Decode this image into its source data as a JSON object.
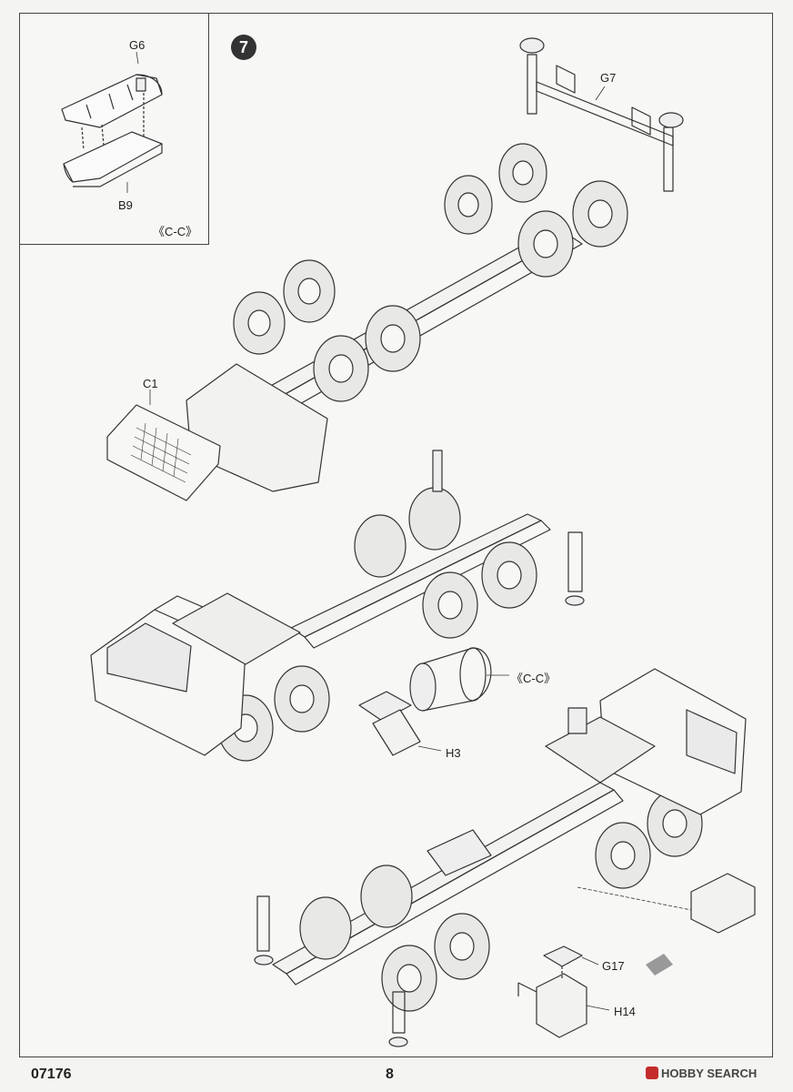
{
  "page": {
    "product_code": "07176",
    "page_number": "8",
    "watermark": "HOBBY SEARCH"
  },
  "step": {
    "number": "7"
  },
  "inset": {
    "part_top": "G6",
    "part_bottom": "B9",
    "subassembly_tag": "《C-C》"
  },
  "callouts": {
    "g7": "G7",
    "c1": "C1",
    "cc_ref": "《C-C》",
    "h3": "H3",
    "g17": "G17",
    "h14": "H14"
  }
}
